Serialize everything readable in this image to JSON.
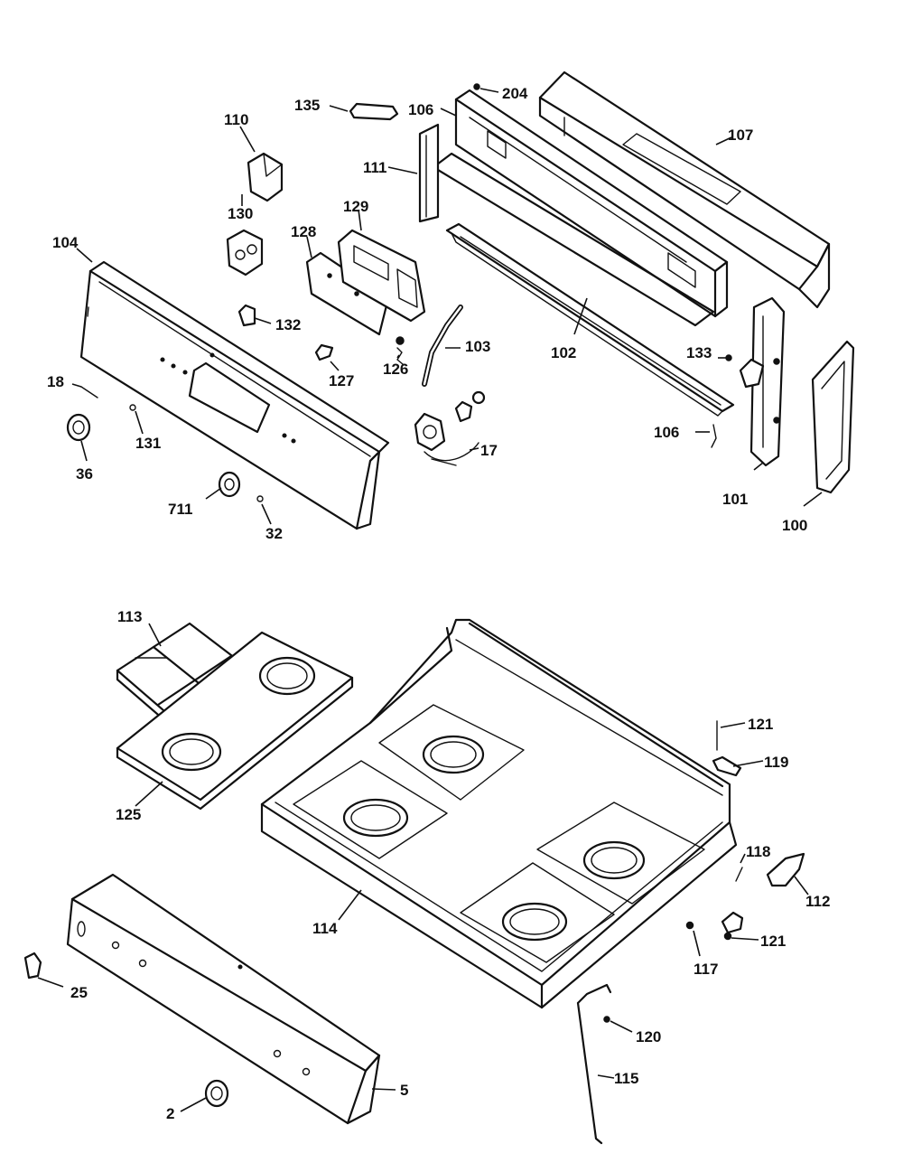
{
  "callouts": {
    "c2": "2",
    "c5": "5",
    "c17": "17",
    "c18": "18",
    "c25": "25",
    "c32": "32",
    "c36": "36",
    "c100": "100",
    "c101": "101",
    "c102": "102",
    "c103": "103",
    "c104": "104",
    "c106a": "106",
    "c106b": "106",
    "c107": "107",
    "c110": "110",
    "c111": "111",
    "c112": "112",
    "c113": "113",
    "c114": "114",
    "c115": "115",
    "c117": "117",
    "c118": "118",
    "c119": "119",
    "c120": "120",
    "c121a": "121",
    "c121b": "121",
    "c125": "125",
    "c126": "126",
    "c127": "127",
    "c128": "128",
    "c129": "129",
    "c130": "130",
    "c131": "131",
    "c132": "132",
    "c133": "133",
    "c135": "135",
    "c204": "204",
    "c711": "711"
  }
}
